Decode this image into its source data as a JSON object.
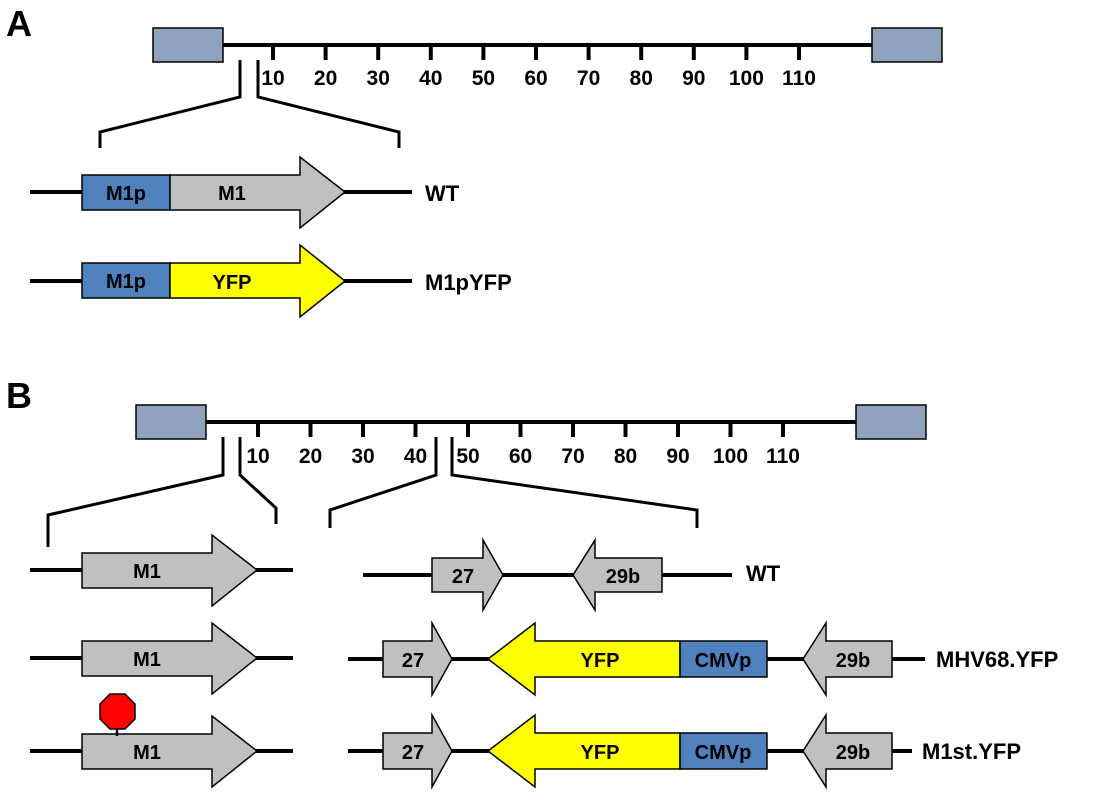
{
  "colors": {
    "terminal_repeat": "#8ea2bd",
    "promoter": "#4f81bd",
    "orf_gray": "#c0c0c0",
    "yfp": "#ffff00",
    "stop_sign": "#ff0000",
    "line": "#000000"
  },
  "panel_a": {
    "letter": "A",
    "ticks": [
      "10",
      "20",
      "30",
      "40",
      "50",
      "60",
      "70",
      "80",
      "90",
      "100",
      "110"
    ],
    "rows": [
      {
        "label": "WT",
        "promoter": "M1p",
        "gene": "M1"
      },
      {
        "label": "M1pYFP",
        "promoter": "M1p",
        "gene": "YFP"
      }
    ]
  },
  "panel_b": {
    "letter": "B",
    "ticks": [
      "10",
      "20",
      "30",
      "40",
      "50",
      "60",
      "70",
      "80",
      "90",
      "100",
      "110"
    ],
    "left_rows": [
      {
        "gene": "M1"
      },
      {
        "gene": "M1"
      },
      {
        "gene": "M1",
        "stop_icon": "stop-sign-icon"
      }
    ],
    "right_rows": [
      {
        "label": "WT",
        "genes": [
          "27",
          "29b"
        ]
      },
      {
        "label": "MHV68.YFP",
        "genes": [
          "27",
          "YFP",
          "CMVp",
          "29b"
        ]
      },
      {
        "label": "M1st.YFP",
        "genes": [
          "27",
          "YFP",
          "CMVp",
          "29b"
        ]
      }
    ]
  }
}
